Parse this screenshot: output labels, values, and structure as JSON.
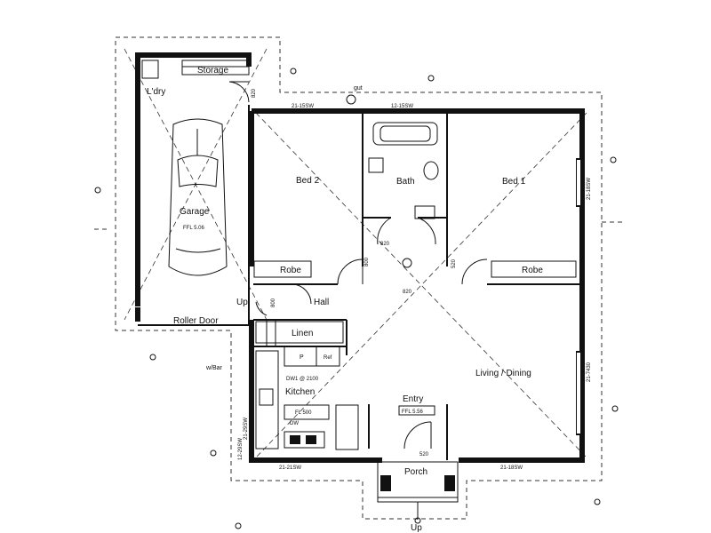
{
  "labels": {
    "ldry": "L'dry",
    "storage": "Storage",
    "garage": "Garage",
    "garage_ffl": "FFL 5.06",
    "roller_door": "Roller Door",
    "bed2": "Bed 2",
    "bath": "Bath",
    "bed1": "Bed 1",
    "robe_left": "Robe",
    "robe_right": "Robe",
    "hall": "Hall",
    "up_left": "Up",
    "linen": "Linen",
    "pantry": "P",
    "ref": "Ref",
    "kitchen": "Kitchen",
    "dw_note": "DW1 @ 2100",
    "living": "Living / Dining",
    "entry": "Entry",
    "entry_ffl": "FFL 5.56",
    "porch": "Porch",
    "up_bottom": "Up",
    "gut": "gut",
    "wbar": "w/Bar",
    "dw": "DW",
    "fl": "FL 500"
  },
  "dimensions": {
    "top_left": "21-15SW",
    "top_mid": "12-15SW",
    "right_upper": "21-18SW",
    "right_lower": "21-7430",
    "bottom_left": "21-21SW",
    "bottom_right": "21-18SW",
    "left_upper": "21-29SW",
    "left_lower": "12-29SW",
    "door_820_top": "820",
    "door_820_bath": "820",
    "door_800": "800",
    "door_520_bed1": "520",
    "door_820_hall": "820",
    "door_800_hall": "800",
    "door_520_entry": "520"
  }
}
